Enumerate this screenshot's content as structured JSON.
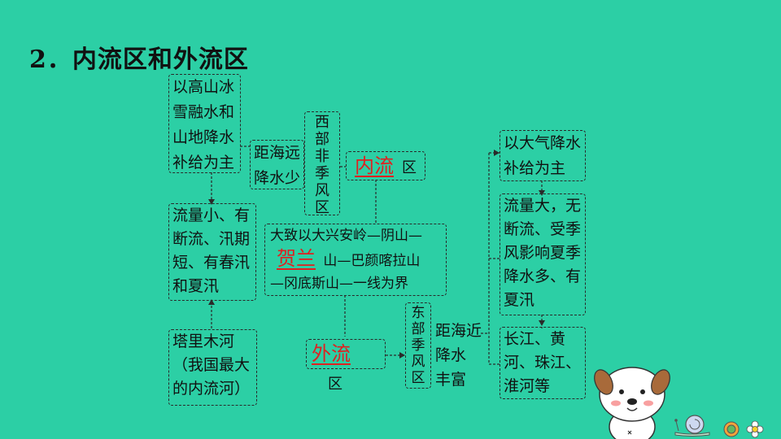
{
  "title": "2．内流区和外流区",
  "nodes": {
    "glacier_supply": [
      "以高山冰",
      "雪融水和",
      "山地降水",
      "补给为主"
    ],
    "far_sea": [
      "距海远",
      "降水少"
    ],
    "west_nonmonsoon": [
      "西",
      "部",
      "非",
      "季",
      "风",
      "区"
    ],
    "inland_answer": "内流",
    "inland_suffix": "区",
    "inland_features": [
      "流量小、有",
      "断流、汛期",
      "短、有春汛",
      "和夏汛"
    ],
    "boundary_line1": "大致以大兴安岭—阴山—",
    "boundary_answer": "贺兰",
    "boundary_line2_rest": "山—巴颜喀拉山",
    "boundary_line3": "—冈底斯山—一线为界",
    "tarim": [
      "塔里木河",
      "（我国最大",
      "的内流河）"
    ],
    "outer_answer": "外流",
    "outer_suffix": "区",
    "east_monsoon": [
      "东",
      "部",
      "季",
      "风",
      "区"
    ],
    "near_sea": [
      "距海近",
      "降水",
      "丰富"
    ],
    "rain_supply": [
      "以大气降水",
      "补给为主"
    ],
    "outer_features": [
      "流量大，无",
      "断流、受季",
      "风影响夏季",
      "降水多、有",
      "夏汛"
    ],
    "outer_rivers": [
      "长江、黄",
      "河、珠江、",
      "淮河等"
    ]
  },
  "colors": {
    "background": "#2ccfa5",
    "answer": "#e02020",
    "border": "#2a2a2a"
  }
}
